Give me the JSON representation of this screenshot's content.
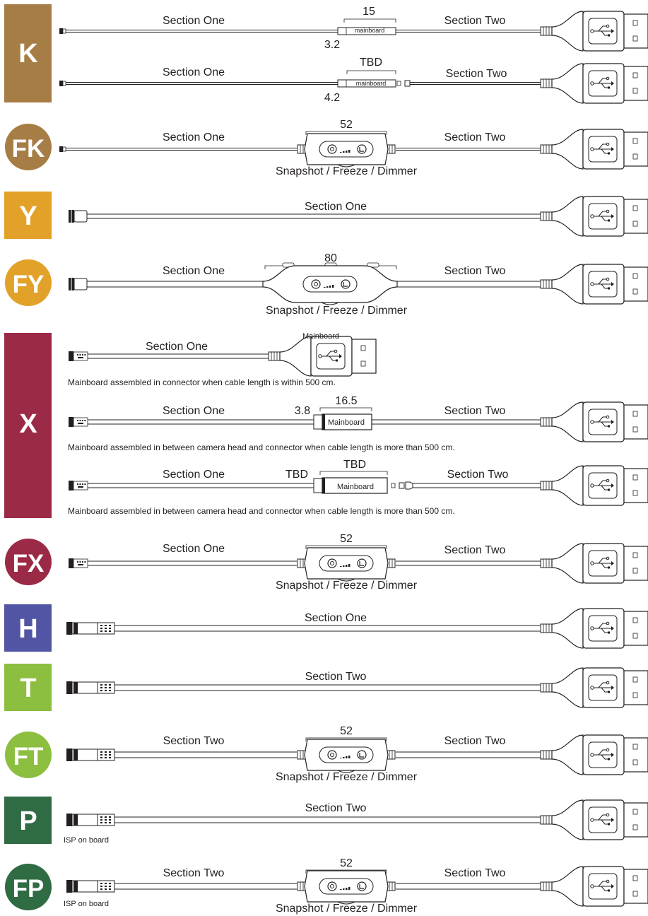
{
  "colors": {
    "K": "#a77d46",
    "Y": "#e2a229",
    "X": "#9b2a46",
    "H": "#5155a3",
    "T": "#8cbe3f",
    "P": "#2f6b43",
    "FP": "#2f6b43",
    "red": "#e2231a",
    "line": "#231f20"
  },
  "badges": [
    "K",
    "FK",
    "Y",
    "FY",
    "X",
    "FX",
    "H",
    "T",
    "FT",
    "P",
    "FP"
  ],
  "labels": {
    "section_one": "Section One",
    "section_two": "Section Two",
    "button_caption": "Snapshot / Freeze / Dimmer",
    "mainboard_small": "mainboard",
    "mainboard": "Mainboard",
    "tbd": "TBD",
    "isp": "ISP on board"
  },
  "dims": {
    "k1_box": "15",
    "k1_head": "3.2",
    "k2_head": "4.2",
    "fk_box": "52",
    "fy_box": "80",
    "x2_box": "16.5",
    "x2_head": "3.8",
    "fx_box": "52",
    "ft_box": "52",
    "fp_box": "52"
  },
  "notes": {
    "x_within": "Mainboard assembled in connector when cable length is within 500 cm.",
    "x_more_1": "Mainboard assembled in between camera head and connector when cable length is more than 500 cm.",
    "x_more_2": "Mainboard assembled in between camera head and connector when cable length is more than 500 cm."
  }
}
